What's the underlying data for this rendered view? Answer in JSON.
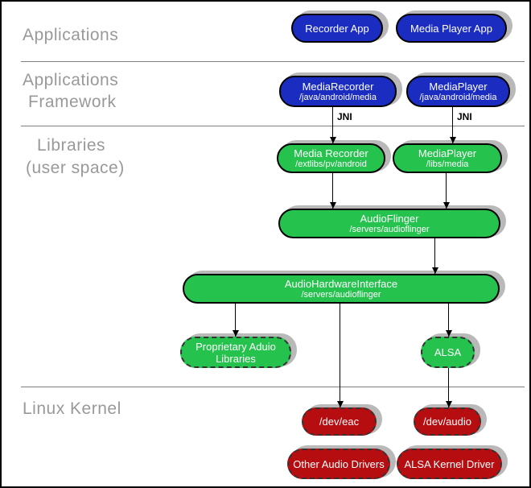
{
  "layers": {
    "applications": {
      "label": "Applications"
    },
    "framework": {
      "label_line1": "Applications",
      "label_line2": "Framework"
    },
    "libraries": {
      "label_line1": "Libraries",
      "label_line2": "(user space)"
    },
    "kernel": {
      "label": "Linux Kernel"
    }
  },
  "nodes": {
    "recorder_app": {
      "title": "Recorder App"
    },
    "media_player_app": {
      "title": "Media Player App"
    },
    "media_recorder_fw": {
      "title": "MediaRecorder",
      "path": "/java/android/media"
    },
    "media_player_fw": {
      "title": "MediaPlayer",
      "path": "/java/android/media"
    },
    "media_recorder_lib": {
      "title": "Media Recorder",
      "path": "/extlibs/pv/android"
    },
    "media_player_lib": {
      "title": "MediaPlayer",
      "path": "/libs/media"
    },
    "audioflinger": {
      "title": "AudioFlinger",
      "path": "/servers/audioflinger"
    },
    "audio_hw_interface": {
      "title": "AudioHardwareInterface",
      "path": "/servers/audioflinger"
    },
    "proprietary_libs": {
      "title_line1": "Proprietary Aduio",
      "title_line2": "Libraries"
    },
    "alsa": {
      "title": "ALSA"
    },
    "dev_eac": {
      "title": "/dev/eac"
    },
    "dev_audio": {
      "title": "/dev/audio"
    },
    "other_audio_drivers": {
      "title": "Other Audio Drivers"
    },
    "alsa_kernel_driver": {
      "title": "ALSA Kernel Driver"
    }
  },
  "edges": {
    "jni_label": "JNI"
  },
  "colors": {
    "app_blue": "#1b2cc1",
    "library_green": "#25c24e",
    "kernel_red": "#b60d10",
    "shadow_gray": "#b9b9b9",
    "section_label_gray": "#999999",
    "divider_gray": "#7f7f7f"
  }
}
